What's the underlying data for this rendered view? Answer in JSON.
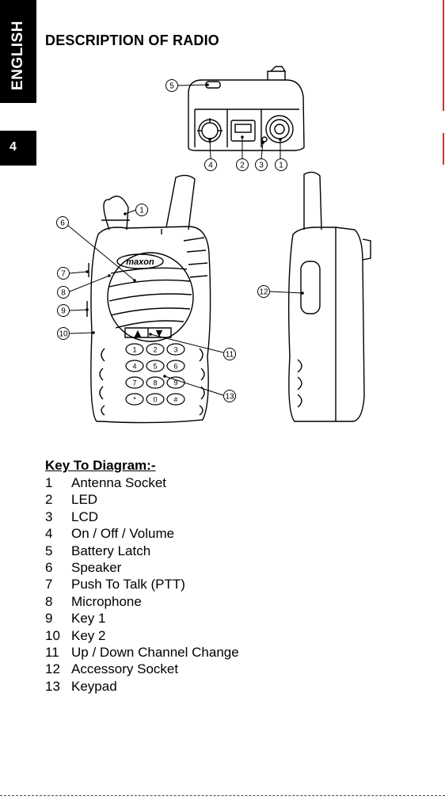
{
  "side_tab": {
    "language": "ENGLISH",
    "page_number": "4"
  },
  "page_title": "DESCRIPTION OF RADIO",
  "diagram": {
    "brand_logo": "maxon",
    "callouts": [
      "1",
      "2",
      "3",
      "4",
      "5",
      "6",
      "7",
      "8",
      "9",
      "10",
      "11",
      "12",
      "13"
    ],
    "keypad_keys": [
      "1",
      "2",
      "3",
      "4",
      "5",
      "6",
      "7",
      "8",
      "9",
      "*",
      "0",
      "#"
    ],
    "arrow_keys": [
      "▲",
      "▼"
    ]
  },
  "key": {
    "title": "Key To Diagram:-",
    "items": [
      {
        "num": "1",
        "label": "Antenna Socket"
      },
      {
        "num": "2",
        "label": "LED"
      },
      {
        "num": "3",
        "label": "LCD"
      },
      {
        "num": "4",
        "label": "On / Off / Volume"
      },
      {
        "num": "5",
        "label": "Battery Latch"
      },
      {
        "num": "6",
        "label": "Speaker"
      },
      {
        "num": "7",
        "label": "Push To Talk (PTT)"
      },
      {
        "num": "8",
        "label": "Microphone"
      },
      {
        "num": "9",
        "label": "Key 1"
      },
      {
        "num": "10",
        "label": "Key 2"
      },
      {
        "num": "11",
        "label": "Up / Down Channel Change"
      },
      {
        "num": "12",
        "label": "Accessory Socket"
      },
      {
        "num": "13",
        "label": "Keypad"
      }
    ]
  }
}
